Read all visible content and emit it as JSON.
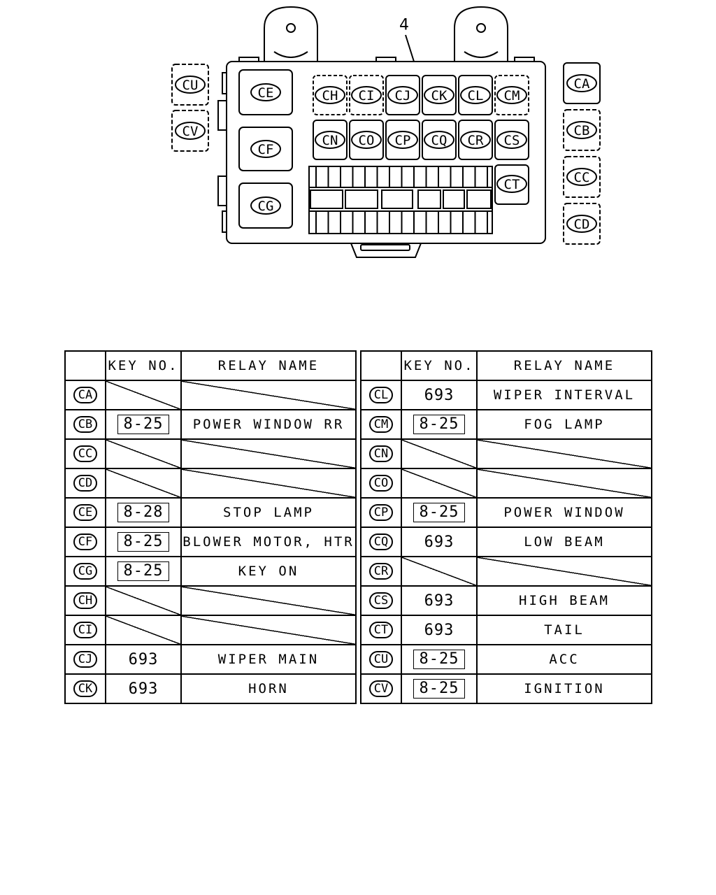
{
  "diagram": {
    "callout": "4",
    "left_side_codes": [
      "CU",
      "CV"
    ],
    "right_side_codes": [
      "CA",
      "CB",
      "CC",
      "CD"
    ],
    "large_relays": [
      "CE",
      "CF",
      "CG"
    ],
    "relay_row1": [
      "CH",
      "CI",
      "CJ",
      "CK",
      "CL",
      "CM"
    ],
    "relay_row2": [
      "CN",
      "CO",
      "CP",
      "CQ",
      "CR",
      "CS"
    ],
    "relay_right": [
      "CT"
    ]
  },
  "table": {
    "headers": {
      "key_no": "KEY NO.",
      "relay_name": "RELAY NAME"
    },
    "left": [
      {
        "code": "CA",
        "key": "",
        "boxed": false,
        "name": "",
        "empty": true
      },
      {
        "code": "CB",
        "key": "8-25",
        "boxed": true,
        "name": "POWER WINDOW RR",
        "empty": false
      },
      {
        "code": "CC",
        "key": "",
        "boxed": false,
        "name": "",
        "empty": true
      },
      {
        "code": "CD",
        "key": "",
        "boxed": false,
        "name": "",
        "empty": true
      },
      {
        "code": "CE",
        "key": "8-28",
        "boxed": true,
        "name": "STOP LAMP",
        "empty": false
      },
      {
        "code": "CF",
        "key": "8-25",
        "boxed": true,
        "name": "BLOWER MOTOR, HTR",
        "empty": false
      },
      {
        "code": "CG",
        "key": "8-25",
        "boxed": true,
        "name": "KEY ON",
        "empty": false
      },
      {
        "code": "CH",
        "key": "",
        "boxed": false,
        "name": "",
        "empty": true
      },
      {
        "code": "CI",
        "key": "",
        "boxed": false,
        "name": "",
        "empty": true
      },
      {
        "code": "CJ",
        "key": "693",
        "boxed": false,
        "name": "WIPER MAIN",
        "empty": false
      },
      {
        "code": "CK",
        "key": "693",
        "boxed": false,
        "name": "HORN",
        "empty": false
      }
    ],
    "right": [
      {
        "code": "CL",
        "key": "693",
        "boxed": false,
        "name": "WIPER INTERVAL",
        "empty": false
      },
      {
        "code": "CM",
        "key": "8-25",
        "boxed": true,
        "name": "FOG LAMP",
        "empty": false
      },
      {
        "code": "CN",
        "key": "",
        "boxed": false,
        "name": "",
        "empty": true
      },
      {
        "code": "CO",
        "key": "",
        "boxed": false,
        "name": "",
        "empty": true
      },
      {
        "code": "CP",
        "key": "8-25",
        "boxed": true,
        "name": "POWER WINDOW",
        "empty": false
      },
      {
        "code": "CQ",
        "key": "693",
        "boxed": false,
        "name": "LOW BEAM",
        "empty": false
      },
      {
        "code": "CR",
        "key": "",
        "boxed": false,
        "name": "",
        "empty": true
      },
      {
        "code": "CS",
        "key": "693",
        "boxed": false,
        "name": "HIGH BEAM",
        "empty": false
      },
      {
        "code": "CT",
        "key": "693",
        "boxed": false,
        "name": "TAIL",
        "empty": false
      },
      {
        "code": "CU",
        "key": "8-25",
        "boxed": true,
        "name": "ACC",
        "empty": false
      },
      {
        "code": "CV",
        "key": "8-25",
        "boxed": true,
        "name": "IGNITION",
        "empty": false
      }
    ]
  }
}
